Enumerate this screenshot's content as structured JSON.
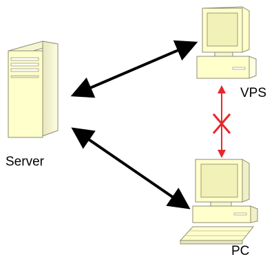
{
  "nodes": {
    "server": {
      "label": "Server"
    },
    "vps": {
      "label": "VPS"
    },
    "pc": {
      "label": "PC"
    }
  },
  "links": [
    {
      "from": "server",
      "to": "vps",
      "style": "bidirectional",
      "color": "#000000",
      "blocked": false
    },
    {
      "from": "server",
      "to": "pc",
      "style": "bidirectional",
      "color": "#000000",
      "blocked": false
    },
    {
      "from": "vps",
      "to": "pc",
      "style": "bidirectional",
      "color": "#e8262a",
      "blocked": true
    }
  ],
  "colors": {
    "device_fill": "#ffffcc",
    "device_stroke": "#8c8c6e",
    "screen": "#f2f2b8",
    "arrow": "#000000",
    "blocked_arrow": "#e8262a"
  }
}
